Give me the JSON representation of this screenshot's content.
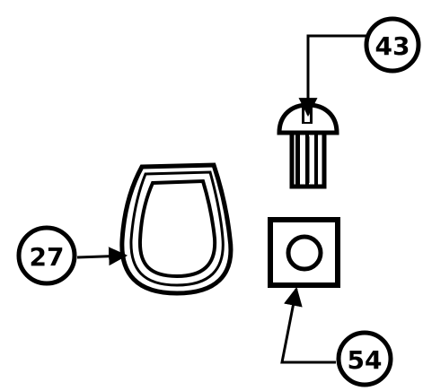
{
  "diagram": {
    "ink_color": "#000000",
    "background_color": "#ffffff",
    "callouts": [
      {
        "label": "43",
        "target": "screw"
      },
      {
        "label": "27",
        "target": "loop-clamp"
      },
      {
        "label": "54",
        "target": "square-nut"
      }
    ]
  }
}
